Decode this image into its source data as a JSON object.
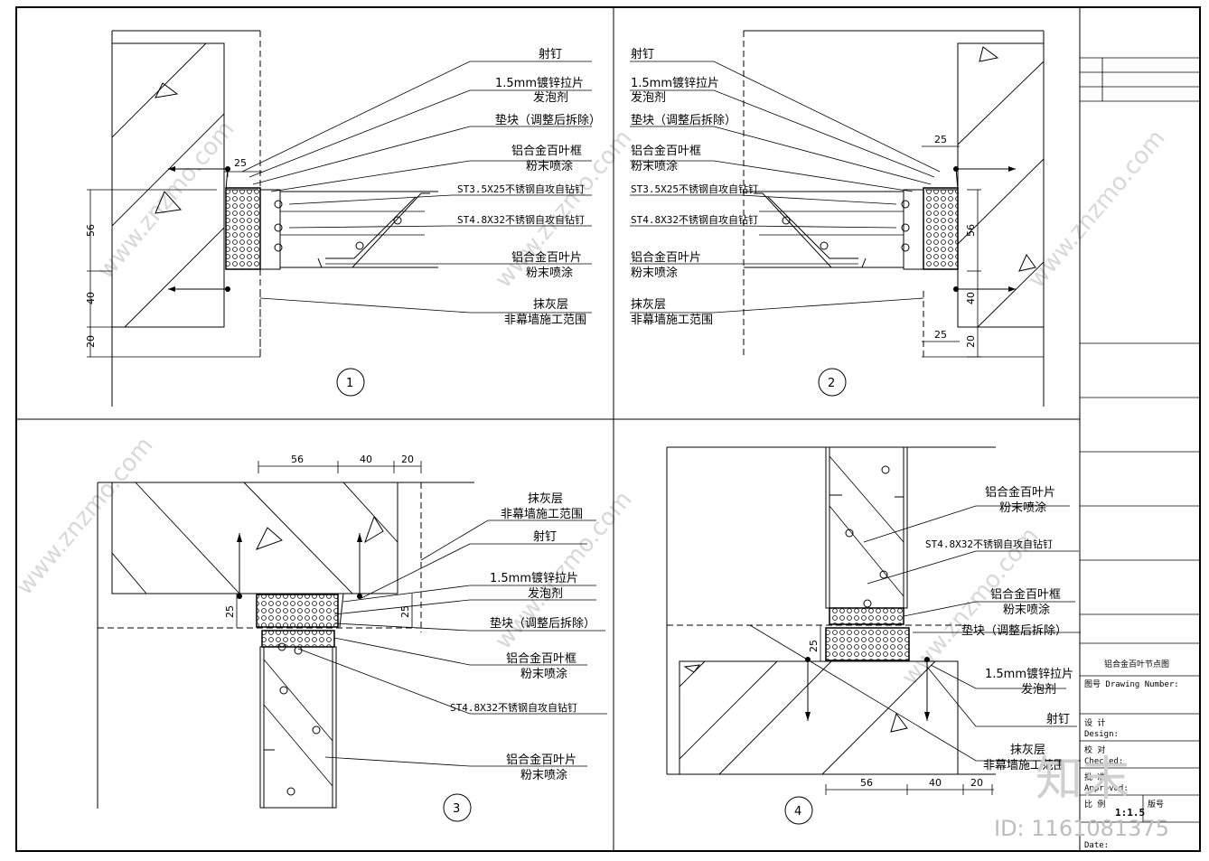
{
  "labels": {
    "shot_nail": "射钉",
    "galv_strip": "1.5mm镀锌拉片",
    "foam": "发泡剂",
    "shim": "垫块（调整后拆除）",
    "frame": "铝合金百叶框",
    "powder": "粉末喷涂",
    "screw1": "ST3.5X25不锈钢自攻自钻钉",
    "screw2": "ST4.8X32不锈钢自攻自钻钉",
    "blade": "铝合金百叶片",
    "plaster": "抹灰层",
    "nonscope": "非幕墙施工范围"
  },
  "detail_numbers": [
    "1",
    "2",
    "3",
    "4"
  ],
  "dims": {
    "d25": "25",
    "d56": "56",
    "d40": "40",
    "d20": "20"
  },
  "title_block": {
    "drawing_title": "铝合金百叶节点图",
    "drawing_number_label": "图号 Drawing Number:",
    "design_cn": "设 计",
    "design_en": "Design:",
    "checked_cn": "校 对",
    "checked_en": "Checked:",
    "approved_cn": "批 准",
    "approved_en": "Approved:",
    "scale_cn": "比 例",
    "scale_value": "1:1.5",
    "version_cn": "版号",
    "date_en": "Date:"
  },
  "watermarks": {
    "site": "www.znzmo.com",
    "brand": "知末",
    "id": "ID: 1161081375"
  }
}
